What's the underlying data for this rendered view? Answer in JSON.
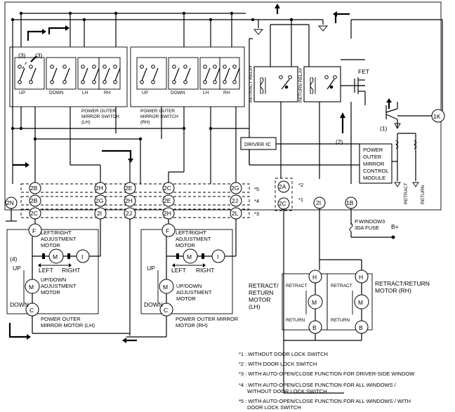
{
  "connectors": {
    "c2B_top": "2B",
    "c2H_top": "2H",
    "c2E_top": "2E",
    "c2C_top": "2C",
    "c2G_top": "2G",
    "c2A": "2A",
    "c2B_mid": "2B",
    "c2G_mid": "2G",
    "c2H_mid": "2H",
    "c2E_mid": "2E",
    "c2J_mid": "2J",
    "c2C_bot": "2C",
    "c2I_bot": "2I",
    "c2J_bot": "2J",
    "c2H_bot": "2H",
    "c2L_bot": "2L",
    "c2C_relay": "2C",
    "c2N": "2N",
    "c2I_right": "2I",
    "c1B": "1B",
    "c1K": "1K"
  },
  "row_notes": {
    "r5": "*5",
    "r4": "*4",
    "r3": "*3",
    "r2": "*2",
    "r1": "*1"
  },
  "switch_lh": {
    "label": "POWER OUTER MIRROR SWITCH (LH)",
    "lines": [
      "POWER OUTER",
      "MIRROR SWITCH",
      "(LH)"
    ],
    "up": "UP",
    "down": "DOWN",
    "lh": "LH",
    "rh": "RH",
    "mark3a": "(3)",
    "mark3b": "(3)"
  },
  "switch_rh": {
    "lines": [
      "POWER OUTER",
      "MIRROR SWITCH",
      "(RH)"
    ],
    "up": "UP",
    "down": "DOWN",
    "lh": "LH",
    "rh": "RH"
  },
  "relays": {
    "retract": "RETRACT RELAY",
    "return": "RETURN RELAY",
    "fet": "FET",
    "driver_ic": "DRIVER IC"
  },
  "module": {
    "lines": [
      "POWER",
      "OUTER",
      "MIRROR",
      "CONTROL",
      "MODULE"
    ],
    "retract": "RETRACT",
    "return": "RETURN",
    "mark1": "(1)",
    "mark2": "(2)"
  },
  "fuse": {
    "line1": "P.WINDOW3",
    "line2": "30A FUSE",
    "bplus": "B+"
  },
  "mirror_lh": {
    "F": "F",
    "I": "I",
    "C": "C",
    "M1": "M",
    "M2": "M",
    "mark4": "(4)",
    "lr_lines": [
      "LEFT/RIGHT",
      "ADJUSTMENT",
      "MOTOR"
    ],
    "ud_lines": [
      "UP/DOWN",
      "ADJUSTMENT",
      "MOTOR"
    ],
    "left": "LEFT",
    "right": "RIGHT",
    "up": "UP",
    "down": "DOWN",
    "name_lines": [
      "POWER OUTER",
      "MIRROR MOTOR (LH)"
    ]
  },
  "mirror_rh": {
    "F": "F",
    "I": "I",
    "C": "C",
    "M1": "M",
    "M2": "M",
    "lr_lines": [
      "LEFT/RIGHT",
      "ADJUSTMENT",
      "MOTOR"
    ],
    "ud_lines": [
      "UP/DOWN",
      "ADJUSTMENT",
      "MOTOR"
    ],
    "left": "LEFT",
    "right": "RIGHT",
    "up": "UP",
    "down": "DOWN",
    "name_lines": [
      "POWER OUTER MIRROR",
      "MOTOR (RH)"
    ]
  },
  "retract_motors": {
    "lh_lines": [
      "RETRACT/",
      "RETURN",
      "MOTOR",
      "(LH)"
    ],
    "rh_line": "RETRACT/RETURN",
    "rh_line2": "MOTOR (RH)",
    "H": "H",
    "B": "B",
    "M": "M",
    "retract": "RETRACT",
    "return": "RETURN"
  },
  "notes": [
    "*1 : WITHOUT DOOR LOCK SWITCH",
    "*2 : WITH DOOR LOCK SWITCH",
    "*3 : WITH AUTO-OPEN/CLOSE FUNCTION FOR DRIVER-SIDE WINDOW",
    "*4 : WITH AUTO-OPEN/CLOSE FUNCTION FOR ALL WINDOWS /",
    "WITHOUT DOOR LOCK SWITCH",
    "*5 : WITH AUTO-OPEN/CLOSE FUNCTION FOR ALL WINDOWS / WITH",
    "DOOR LOCK SWITCH"
  ]
}
